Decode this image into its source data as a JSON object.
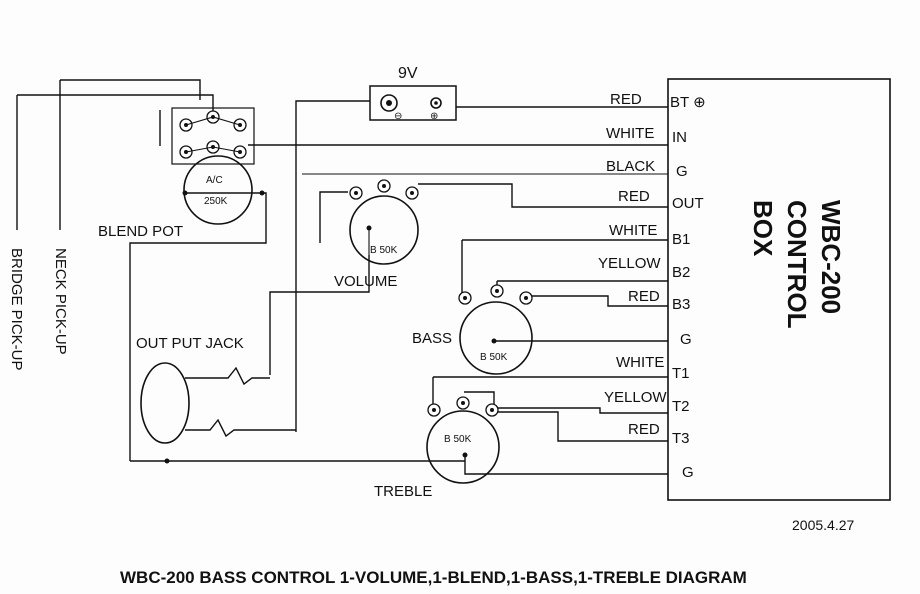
{
  "battery": {
    "label": "9V"
  },
  "control_box": {
    "line1": "WBC-200",
    "line2": "CONTROL",
    "line3": "BOX"
  },
  "terminals": [
    "BT ⊕",
    "IN",
    "G",
    "OUT",
    "B1",
    "B2",
    "B3",
    "G",
    "T1",
    "T2",
    "T3",
    "G"
  ],
  "wire_labels": [
    "RED",
    "WHITE",
    "BLACK",
    "RED",
    "WHITE",
    "YELLOW",
    "RED",
    "WHITE",
    "YELLOW",
    "RED"
  ],
  "components": {
    "blend_pot": "BLEND POT",
    "blend_pot_marking": "A/C",
    "blend_pot_value": "250K",
    "volume": "VOLUME",
    "volume_value": "B 50K",
    "bass": "BASS",
    "bass_value": "B 50K",
    "treble": "TREBLE",
    "treble_value": "B 50K",
    "output_jack": "OUT PUT JACK"
  },
  "pickups": {
    "neck": "NECK PICK-UP",
    "bridge": "BRIDGE PICK-UP"
  },
  "date": "2005.4.27",
  "title": "WBC-200 BASS CONTROL 1-VOLUME,1-BLEND,1-BASS,1-TREBLE DIAGRAM"
}
